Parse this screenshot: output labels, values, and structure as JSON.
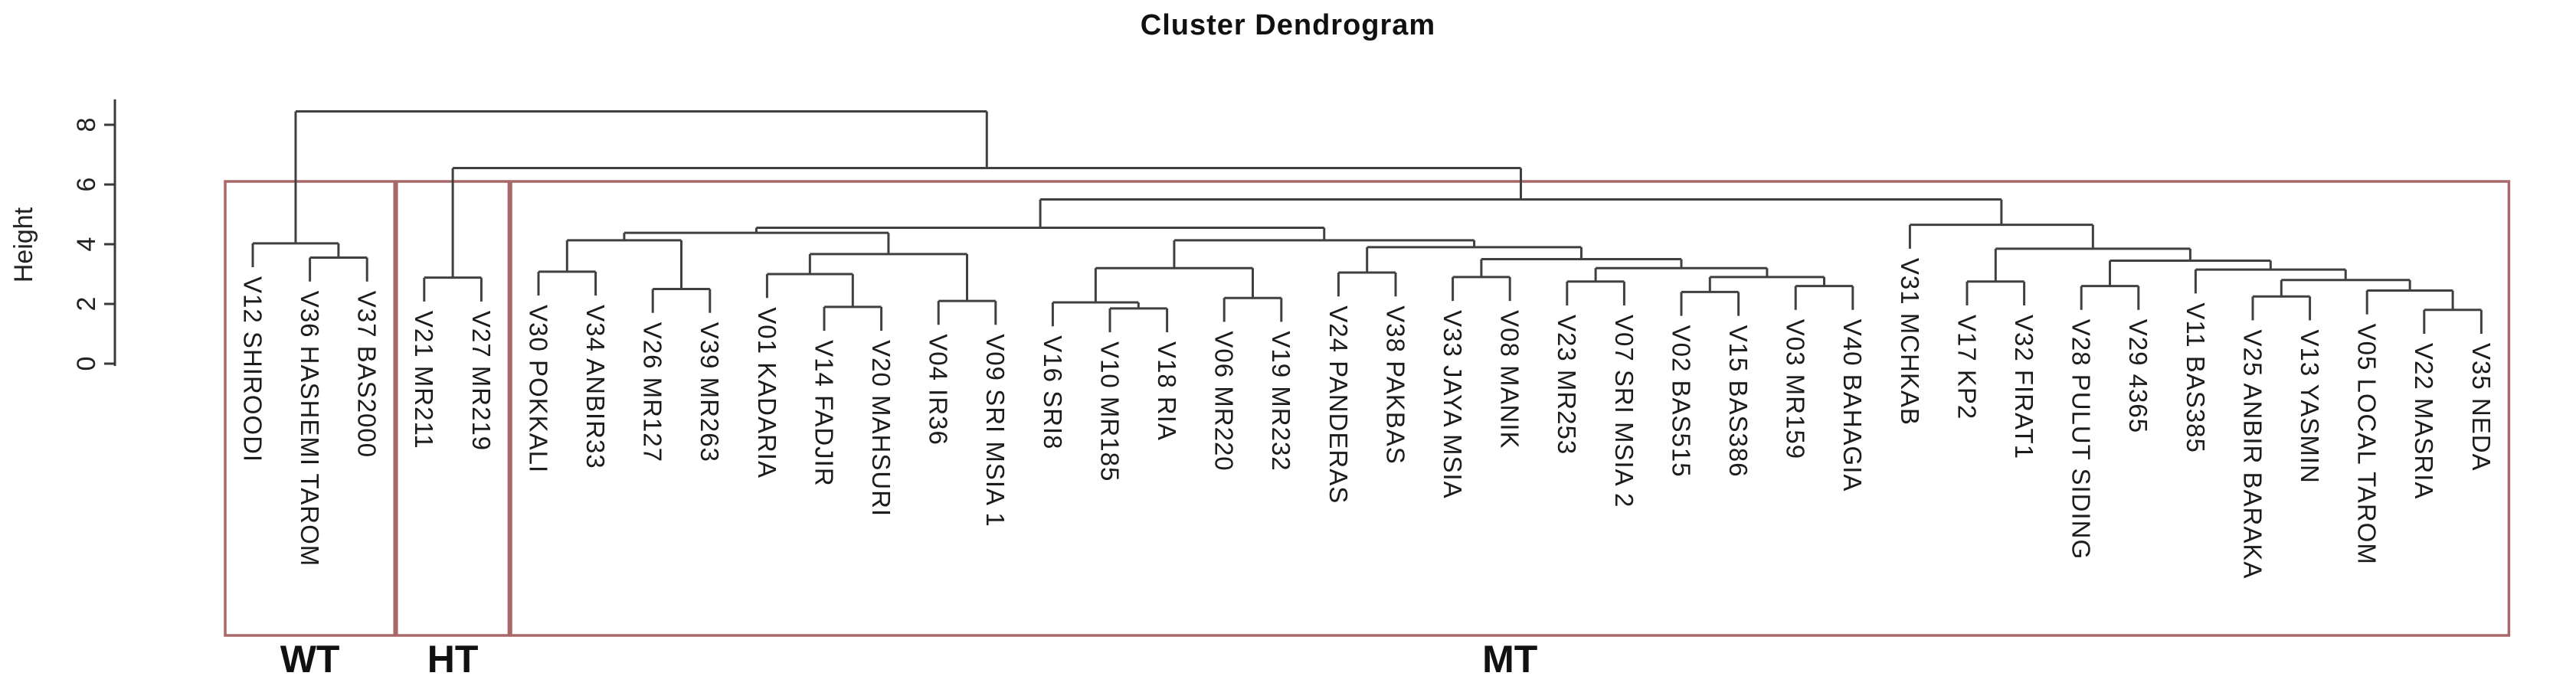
{
  "chart_data": {
    "type": "dendrogram",
    "title": "Cluster Dendrogram",
    "ylabel": "Height",
    "yticks": [
      0,
      2,
      4,
      6,
      8
    ],
    "ylim": [
      0,
      8.8
    ],
    "grid": false,
    "line_color": "#404040",
    "box_color": "#a86868",
    "hang": 0.8,
    "leaves": [
      "V12 SHIROODI",
      "V36 HASHEMI TAROM",
      "V37 BAS2000",
      "V21 MR211",
      "V27 MR219",
      "V30 POKKALI",
      "V34 ANBIR33",
      "V26 MR127",
      "V39 MR263",
      "V01 KADARIA",
      "V14 FADJIR",
      "V20 MAHSURI",
      "V04 IR36",
      "V09 SRI MSIA 1",
      "V16 SRI8",
      "V10 MR185",
      "V18 RIA",
      "V06 MR220",
      "V19 MR232",
      "V24 PANDERAS",
      "V38 PAKBAS",
      "V33 JAYA MSIA",
      "V08 MANIK",
      "V23 MR253",
      "V07 SRI MSIA 2",
      "V02 BAS515",
      "V15 BAS386",
      "V03 MR159",
      "V40 BAHAGIA",
      "V31 MCHKAB",
      "V17 KP2",
      "V32 FIRAT1",
      "V28 PULUT SIDING",
      "V29 4365",
      "V11 BAS385",
      "V25 ANBIR BARAKA",
      "V13 YASMIN",
      "V05 LOCAL TAROM",
      "V22 MASRIA",
      "V35 NEDA"
    ],
    "tree": {
      "h": 8.45,
      "c": [
        {
          "h": 4.03,
          "c": [
            {
              "leaf": 0
            },
            {
              "h": 3.55,
              "c": [
                {
                  "leaf": 1
                },
                {
                  "leaf": 2
                }
              ]
            }
          ]
        },
        {
          "h": 6.55,
          "c": [
            {
              "h": 2.88,
              "c": [
                {
                  "leaf": 3
                },
                {
                  "leaf": 4
                }
              ]
            },
            {
              "h": 5.5,
              "c": [
                {
                  "h": 4.55,
                  "c": [
                    {
                      "h": 4.38,
                      "c": [
                        {
                          "h": 4.13,
                          "c": [
                            {
                              "h": 3.08,
                              "c": [
                                {
                                  "leaf": 5
                                },
                                {
                                  "leaf": 6
                                }
                              ]
                            },
                            {
                              "h": 2.5,
                              "c": [
                                {
                                  "leaf": 7
                                },
                                {
                                  "leaf": 8
                                }
                              ]
                            }
                          ]
                        },
                        {
                          "h": 3.67,
                          "c": [
                            {
                              "h": 3.0,
                              "c": [
                                {
                                  "leaf": 9
                                },
                                {
                                  "h": 1.9,
                                  "c": [
                                    {
                                      "leaf": 10
                                    },
                                    {
                                      "leaf": 11
                                    }
                                  ]
                                }
                              ]
                            },
                            {
                              "h": 2.1,
                              "c": [
                                {
                                  "leaf": 12
                                },
                                {
                                  "leaf": 13
                                }
                              ]
                            }
                          ]
                        }
                      ]
                    },
                    {
                      "h": 4.13,
                      "c": [
                        {
                          "h": 3.2,
                          "c": [
                            {
                              "h": 2.05,
                              "c": [
                                {
                                  "leaf": 14
                                },
                                {
                                  "h": 1.85,
                                  "c": [
                                    {
                                      "leaf": 15
                                    },
                                    {
                                      "leaf": 16
                                    }
                                  ]
                                }
                              ]
                            },
                            {
                              "h": 2.2,
                              "c": [
                                {
                                  "leaf": 17
                                },
                                {
                                  "leaf": 18
                                }
                              ]
                            }
                          ]
                        },
                        {
                          "h": 3.9,
                          "c": [
                            {
                              "h": 3.05,
                              "c": [
                                {
                                  "leaf": 19
                                },
                                {
                                  "leaf": 20
                                }
                              ]
                            },
                            {
                              "h": 3.5,
                              "c": [
                                {
                                  "h": 2.9,
                                  "c": [
                                    {
                                      "leaf": 21
                                    },
                                    {
                                      "leaf": 22
                                    }
                                  ]
                                },
                                {
                                  "h": 3.2,
                                  "c": [
                                    {
                                      "h": 2.75,
                                      "c": [
                                        {
                                          "leaf": 23
                                        },
                                        {
                                          "leaf": 24
                                        }
                                      ]
                                    },
                                    {
                                      "h": 2.9,
                                      "c": [
                                        {
                                          "h": 2.4,
                                          "c": [
                                            {
                                              "leaf": 25
                                            },
                                            {
                                              "leaf": 26
                                            }
                                          ]
                                        },
                                        {
                                          "h": 2.6,
                                          "c": [
                                            {
                                              "leaf": 27
                                            },
                                            {
                                              "leaf": 28
                                            }
                                          ]
                                        }
                                      ]
                                    }
                                  ]
                                }
                              ]
                            }
                          ]
                        }
                      ]
                    }
                  ]
                },
                {
                  "h": 4.65,
                  "c": [
                    {
                      "leaf": 29
                    },
                    {
                      "h": 3.85,
                      "c": [
                        {
                          "h": 2.75,
                          "c": [
                            {
                              "leaf": 30
                            },
                            {
                              "leaf": 31
                            }
                          ]
                        },
                        {
                          "h": 3.45,
                          "c": [
                            {
                              "h": 2.6,
                              "c": [
                                {
                                  "leaf": 32
                                },
                                {
                                  "leaf": 33
                                }
                              ]
                            },
                            {
                              "h": 3.15,
                              "c": [
                                {
                                  "leaf": 34
                                },
                                {
                                  "h": 2.8,
                                  "c": [
                                    {
                                      "h": 2.25,
                                      "c": [
                                        {
                                          "leaf": 35
                                        },
                                        {
                                          "leaf": 36
                                        }
                                      ]
                                    },
                                    {
                                      "h": 2.45,
                                      "c": [
                                        {
                                          "leaf": 37
                                        },
                                        {
                                          "h": 1.8,
                                          "c": [
                                            {
                                              "leaf": 38
                                            },
                                            {
                                              "leaf": 39
                                            }
                                          ]
                                        }
                                      ]
                                    }
                                  ]
                                }
                              ]
                            }
                          ]
                        }
                      ]
                    }
                  ]
                }
              ]
            }
          ]
        }
      ]
    },
    "groups": [
      {
        "label": "WT",
        "from": 0,
        "to": 2
      },
      {
        "label": "HT",
        "from": 3,
        "to": 4
      },
      {
        "label": "MT",
        "from": 5,
        "to": 39
      }
    ]
  }
}
